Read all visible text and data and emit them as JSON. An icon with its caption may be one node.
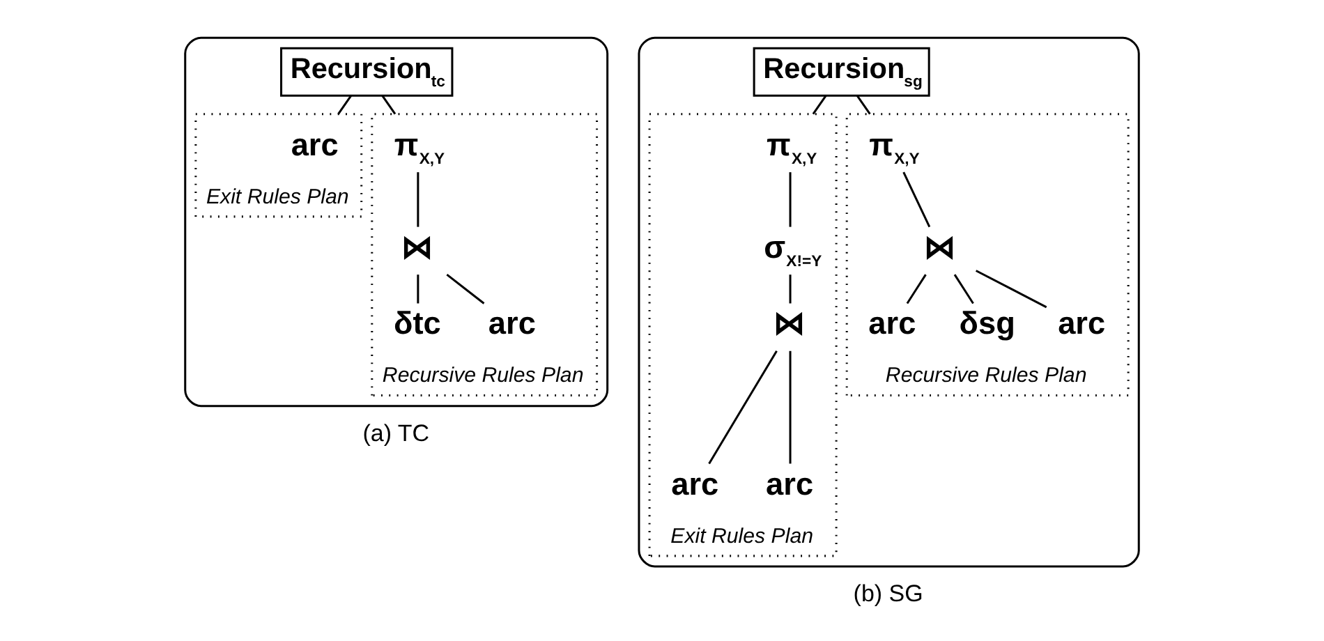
{
  "diagram": {
    "nodes": [
      {
        "text": [],
        "shape": "box",
        "beside": [
          "(a) TC"
        ]
      },
      {
        "text": [
          "Recursion$_{tc}$"
        ],
        "in": 0
      },
      {
        "text": [
          "Exit Rules Plan"
        ],
        "in": 0
      },
      {
        "text": [
          "arc"
        ],
        "in": 2
      },
      {
        "text": [
          "Recursive Rules Plan"
        ],
        "in": 0
      },
      {
        "text": [
          "π$_{X,Y}$"
        ],
        "in": 4
      },
      {
        "text": [
          "⋈"
        ],
        "in": 4
      },
      {
        "text": [
          "δtc"
        ],
        "in": 4
      },
      {
        "text": [
          "arc"
        ],
        "in": 4
      },
      {
        "text": [],
        "shape": "box",
        "beside": [
          "(b) SG"
        ]
      },
      {
        "text": [
          "Recursion$_{sg}$"
        ],
        "in": 9
      },
      {
        "text": [
          "Exit Rules Plan"
        ],
        "in": 9
      },
      {
        "text": [
          "π$_{X,Y}$"
        ],
        "in": 11
      },
      {
        "text": [
          "σ$_{X!=Y}$"
        ],
        "in": 11
      },
      {
        "text": [
          "⋈"
        ],
        "in": 11
      },
      {
        "text": [
          "arc"
        ],
        "in": 11
      },
      {
        "text": [
          "arc"
        ],
        "in": 11
      },
      {
        "text": [
          "Recursive Rules Plan"
        ],
        "in": 9
      },
      {
        "text": [
          "π$_{X,Y}$"
        ],
        "in": 17
      },
      {
        "text": [
          "⋈"
        ],
        "in": 17
      },
      {
        "text": [
          "arc"
        ],
        "in": 17
      },
      {
        "text": [
          "δsg"
        ],
        "in": 17
      },
      {
        "text": [
          "arc"
        ],
        "in": 17
      }
    ],
    "edges": [
      {
        "from": 1,
        "to": 2,
        "arrow": "none"
      },
      {
        "from": 1,
        "to": 4,
        "arrow": "none"
      },
      {
        "from": 5,
        "to": 6,
        "arrow": "none"
      },
      {
        "from": 6,
        "to": 7,
        "arrow": "none"
      },
      {
        "from": 6,
        "to": 8,
        "arrow": "none"
      },
      {
        "from": 10,
        "to": 11,
        "arrow": "none"
      },
      {
        "from": 10,
        "to": 17,
        "arrow": "none"
      },
      {
        "from": 12,
        "to": 13,
        "arrow": "none"
      },
      {
        "from": 13,
        "to": 14,
        "arrow": "none"
      },
      {
        "from": 14,
        "to": 15,
        "arrow": "none"
      },
      {
        "from": 14,
        "to": 16,
        "arrow": "none"
      },
      {
        "from": 18,
        "to": 19,
        "arrow": "none"
      },
      {
        "from": 19,
        "to": 20,
        "arrow": "none"
      },
      {
        "from": 19,
        "to": 21,
        "arrow": "none"
      },
      {
        "from": 19,
        "to": 22,
        "arrow": "none"
      }
    ]
  }
}
